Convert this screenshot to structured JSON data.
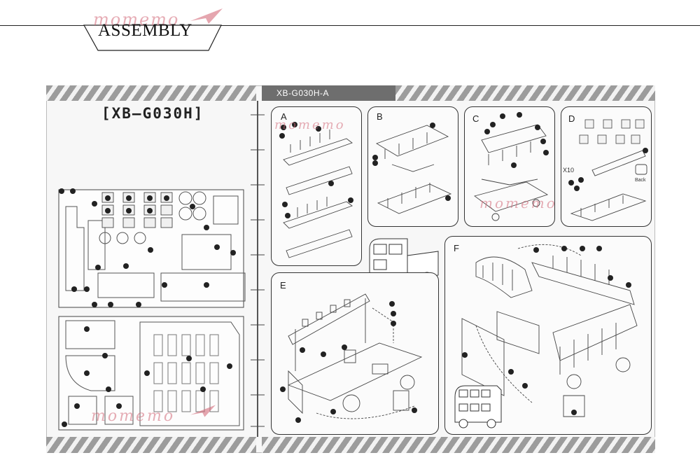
{
  "header": {
    "title": "ASSEMBLY",
    "watermark": "momemo"
  },
  "sheet": {
    "model_code": "[XB–G030H]",
    "model_code_a": "XB-G030H-A"
  },
  "panels": {
    "a": {
      "label": "A"
    },
    "b": {
      "label": "B"
    },
    "c": {
      "label": "C"
    },
    "d": {
      "label": "D",
      "count": "X10",
      "back_note": "Back"
    },
    "e": {
      "label": "E"
    },
    "f": {
      "label": "F"
    }
  },
  "watermarks": [
    "momemo",
    "momemo",
    "momemo"
  ],
  "colors": {
    "watermark": "#d36a7a",
    "ink": "#222222",
    "strip": "#6e6e6e"
  }
}
